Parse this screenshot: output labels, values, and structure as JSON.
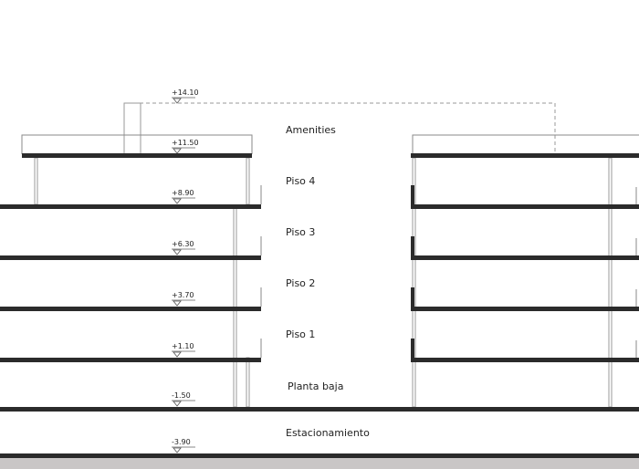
{
  "section": {
    "levels": [
      "+14.10",
      "+11.50",
      "+8.90",
      "+6.30",
      "+3.70",
      "+1.10",
      "-1.50",
      "-3.90"
    ],
    "floors": [
      "Amenities",
      "Piso 4",
      "Piso 3",
      "Piso 2",
      "Piso 1",
      "Planta baja",
      "Estacionamiento"
    ]
  },
  "colors": {
    "slab": "#2b2b2b",
    "ground": "#c9c6c6",
    "line": "#9a9a9a"
  }
}
